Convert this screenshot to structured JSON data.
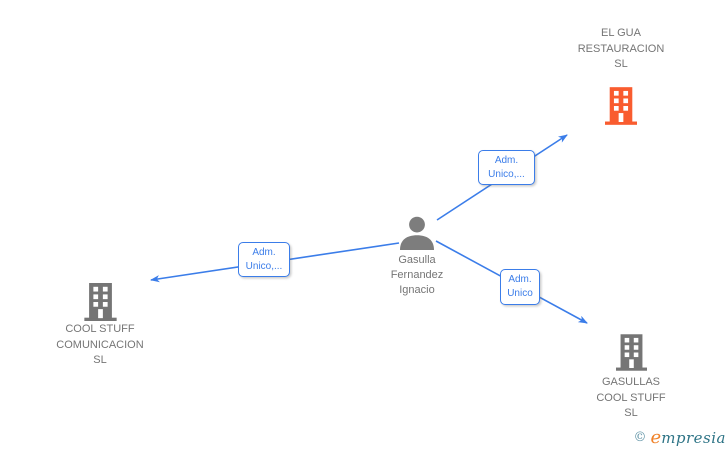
{
  "diagram": {
    "type": "corporate-relationship-network",
    "colors": {
      "edge": "#3b7de9",
      "node_default": "#757575",
      "node_highlight": "#f95c2f",
      "brand_orange": "#f08229",
      "brand_teal": "#2e7486"
    },
    "nodes": {
      "person": {
        "kind": "person",
        "lines": [
          "Gasulla",
          "Fernandez",
          "Ignacio"
        ]
      },
      "company_top_right": {
        "kind": "company",
        "highlighted": true,
        "lines": [
          "EL GUA",
          "RESTAURACION",
          "SL"
        ]
      },
      "company_left": {
        "kind": "company",
        "highlighted": false,
        "lines": [
          "COOL STUFF",
          "COMUNICACION",
          "SL"
        ]
      },
      "company_bottom_right": {
        "kind": "company",
        "highlighted": false,
        "lines": [
          "GASULLAS",
          "COOL STUFF",
          "SL"
        ]
      }
    },
    "edges": [
      {
        "from": "person",
        "to": "company_top_right",
        "label_line1": "Adm.",
        "label_line2": "Unico,..."
      },
      {
        "from": "person",
        "to": "company_left",
        "label_line1": "Adm.",
        "label_line2": "Unico,..."
      },
      {
        "from": "person",
        "to": "company_bottom_right",
        "label_line1": "Adm.",
        "label_line2": "Unico"
      }
    ],
    "watermark": {
      "copyright_symbol": "©",
      "brand_initial": "e",
      "brand_rest": "mpresia"
    }
  }
}
